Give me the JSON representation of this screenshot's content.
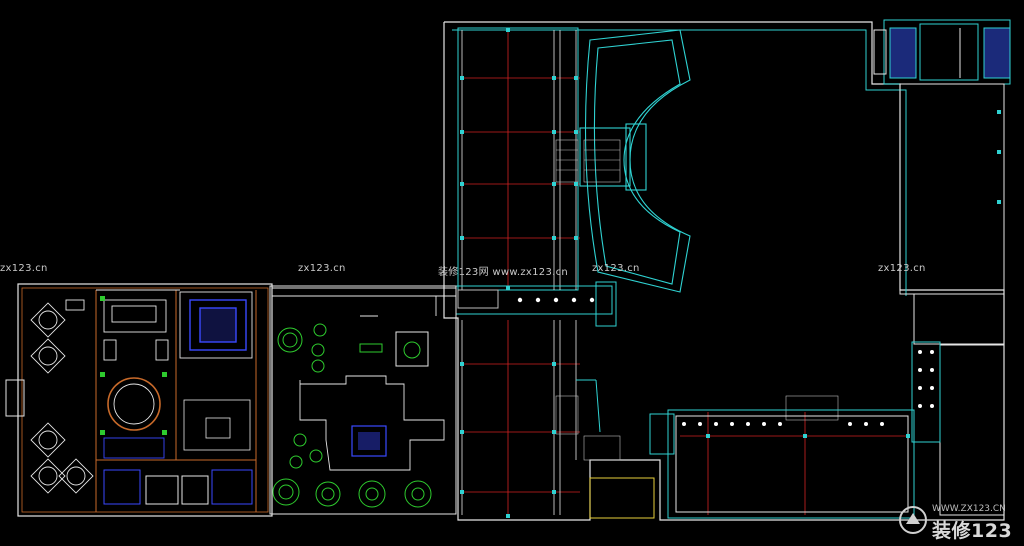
{
  "watermarks": {
    "w1": "zx123.cn",
    "w2": "zx123.cn",
    "w3": "装修123网  www.zx123.cn",
    "w4": "zx123.cn",
    "w5": "zx123.cn"
  },
  "corner_logo": {
    "url": "WWW.ZX123.CN",
    "brand": "装修123"
  },
  "colors": {
    "background": "#000000",
    "wall_cyan": "#2fd2d2",
    "wall_white": "#e6e6e6",
    "axis_red": "#d22222",
    "furniture_blue": "#3a49ff",
    "plant_green": "#2ecb2e",
    "accent_yellow": "#e8d03c",
    "wall_orange": "#c86a2a"
  }
}
